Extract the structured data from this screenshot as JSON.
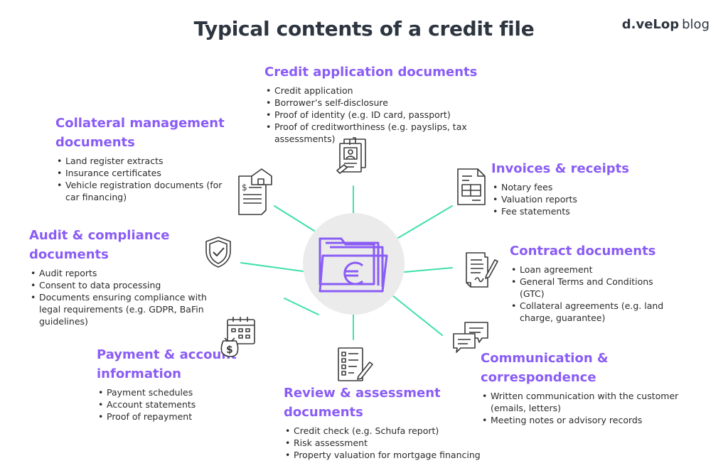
{
  "title": "Typical contents of a credit file",
  "brand": {
    "name": "d.veLop",
    "suffix": "blog"
  },
  "colors": {
    "accent": "#8a5cf6",
    "connector": "#3ee0a8",
    "hub": "#ebebeb",
    "text": "#2b2b2b",
    "title": "#2d3540"
  },
  "hub_icon": "euro-folder-icon",
  "sections": {
    "credit_application": {
      "heading": "Credit application documents",
      "icon": "id-documents-icon",
      "items": [
        "Credit application",
        "Borrower’s self-disclosure",
        "Proof of identity (e.g. ID card, passport)",
        "Proof of creditworthiness (e.g. payslips, tax assessments)"
      ]
    },
    "collateral": {
      "heading": "Collateral management documents",
      "icon": "property-document-icon",
      "items": [
        "Land register extracts",
        "Insurance certificates",
        "Vehicle registration documents (for car financing)"
      ]
    },
    "invoices": {
      "heading": "Invoices & receipts",
      "icon": "invoice-icon",
      "items": [
        "Notary fees",
        "Valuation reports",
        "Fee statements"
      ]
    },
    "audit": {
      "heading": "Audit & compliance documents",
      "icon": "shield-check-icon",
      "items": [
        "Audit reports",
        "Consent to data processing",
        "Documents ensuring compliance with legal requirements (e.g. GDPR, BaFin guidelines)"
      ]
    },
    "contract": {
      "heading": "Contract documents",
      "icon": "signed-contract-icon",
      "items": [
        "Loan agreement",
        "General Terms and Conditions (GTC)",
        "Collateral agreements (e.g. land charge, guarantee)"
      ]
    },
    "payment": {
      "heading": "Payment & account information",
      "icon": "calendar-money-icon",
      "items": [
        "Payment schedules",
        "Account statements",
        "Proof of repayment"
      ]
    },
    "communication": {
      "heading": "Communication & correspondence",
      "icon": "chat-bubbles-icon",
      "items": [
        "Written communication with the customer (emails, letters)",
        "Meeting notes or advisory records"
      ]
    },
    "review": {
      "heading": "Review & assessment documents",
      "icon": "checklist-icon",
      "items": [
        "Credit check (e.g. Schufa report)",
        "Risk assessment",
        "Property valuation for mortgage financing"
      ]
    }
  }
}
